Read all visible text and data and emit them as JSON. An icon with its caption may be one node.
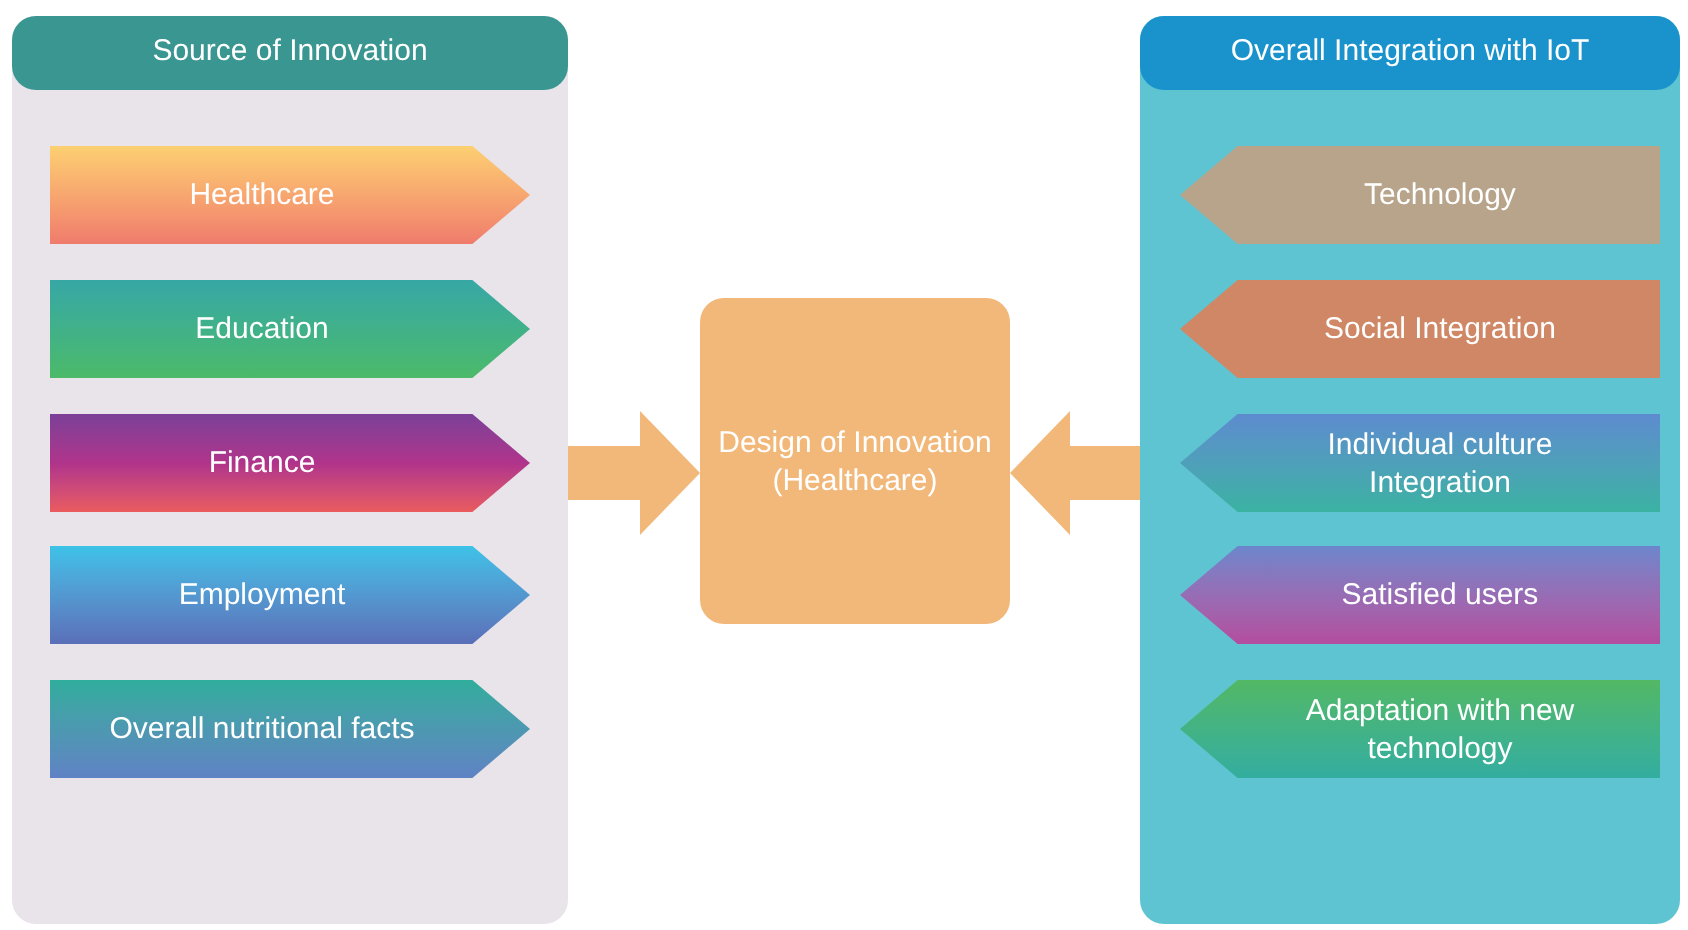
{
  "diagram": {
    "nodes": [
      {
        "text": [
          "Source of Innovation"
        ]
      },
      {
        "text": [
          "Healthcare"
        ],
        "in": 0
      },
      {
        "text": [
          "Education"
        ],
        "in": 0
      },
      {
        "text": [
          "Finance"
        ],
        "in": 0
      },
      {
        "text": [
          "Employment"
        ],
        "in": 0
      },
      {
        "text": [
          "Overall nutritional facts"
        ],
        "in": 0
      },
      {
        "text": [
          "Design of Innovation (Healthcare)"
        ]
      },
      {
        "text": [
          "Overall Integration with IoT"
        ]
      },
      {
        "text": [
          "Technology"
        ],
        "in": 7
      },
      {
        "text": [
          "Social Integration"
        ],
        "in": 7
      },
      {
        "text": [
          "Individual culture Integration"
        ],
        "in": 7
      },
      {
        "text": [
          "Satisfied users"
        ],
        "in": 7
      },
      {
        "text": [
          "Adaptation with new technology"
        ],
        "in": 7
      }
    ],
    "edges": [
      {
        "from": 0,
        "to": 6,
        "arrow": "to"
      },
      {
        "from": 7,
        "to": 6,
        "arrow": "to"
      }
    ]
  }
}
